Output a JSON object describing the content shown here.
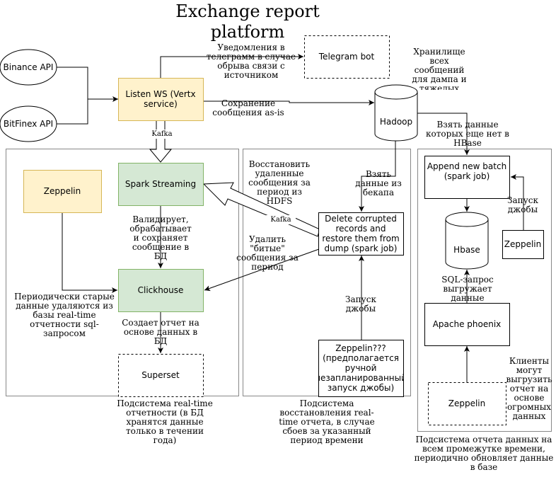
{
  "title": "Exchange report platform",
  "nodes": {
    "binance": "Binance API",
    "bitfinex": "BitFinex API",
    "listen_ws": "Listen WS (Vertx service)",
    "telegram": "Telegram bot",
    "hadoop": "Hadoop",
    "zeppelin_rt": "Zeppelin",
    "spark_streaming": "Spark Streaming",
    "clickhouse": "Clickhouse",
    "superset": "Superset",
    "delete_restore": "Delete corrupted records and restore them from dump (spark job)",
    "zeppelin_manual": "Zeppelin??? (предполагается ручной незапланированный запуск джобы)",
    "append_batch": "Append new batch (spark job)",
    "hbase": "Hbase",
    "zeppelin_hb": "Zeppelin",
    "apache_phoenix": "Apache phoenix",
    "zeppelin_clients": "Zeppelin"
  },
  "labels": {
    "telegram_note": "Уведомления в телеграмм в случае обрыва связи с источником",
    "hadoop_storage": "Хранилище всех сообщений для дампа и тяжелых джоб",
    "save_as_is": "Сохранение сообщения as-is",
    "kafka_top": "Kafka",
    "kafka_mid": "Kafka",
    "take_hbase": "Взять данные которых еще нет в HBase",
    "restore_deleted": "Восстановить удаленные сообщения за период из HDFS",
    "take_backup": "Взять данные из бекапа",
    "validate": "Валидирует, обрабатывает и сохраняет сообщение в БД",
    "delete_broken": "Удалить \"битые\" сообщения за период",
    "periodic_delete": "Периодически старые данные удаляются из базы real-time отчетности sql-запросом",
    "create_report": "Создает отчет на основе данных в БД",
    "run_job_mid": "Запуск джобы",
    "run_job_right": "Запуск джобы",
    "sql_export": "SQL-запрос выгружает данные",
    "clients_export": "Клиенты могут выгрузить отчет на основе огромных данных"
  },
  "subsystems": {
    "realtime": "Подсистема real-time отчетности (в БД хранятся данные только в течении года)",
    "recovery": "Подсистема восстановления real-time отчета, в случае сбоев за указанный период времени",
    "history": "Подсистема отчета данных на всем промежутке времени, периодично обновляет данные в базе"
  },
  "colors": {
    "yellow_fill": "#fff2cc",
    "yellow_stroke": "#d6b656",
    "green_fill": "#d5e8d4",
    "green_stroke": "#82b366",
    "line": "#000000"
  }
}
